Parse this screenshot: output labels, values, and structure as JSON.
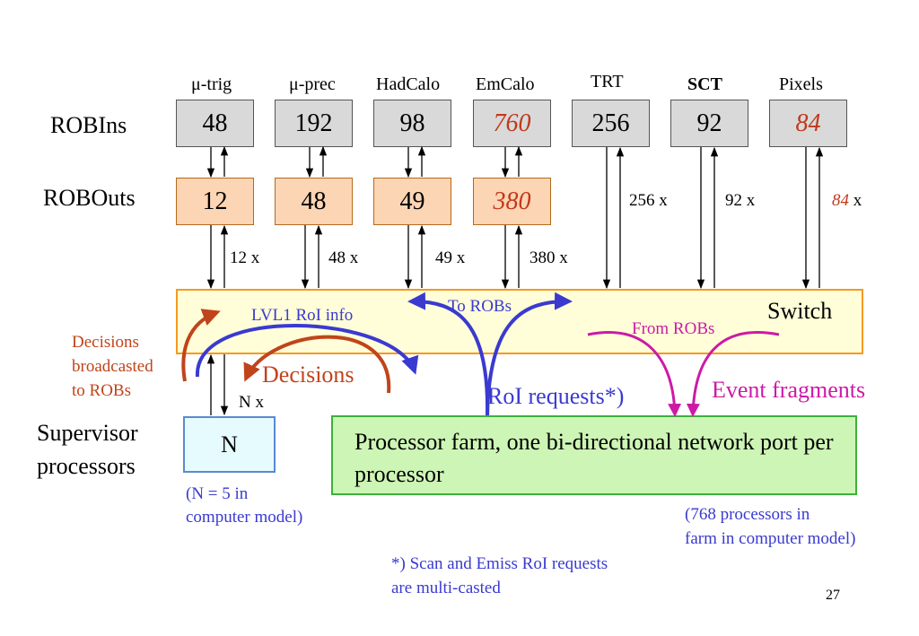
{
  "columns": [
    {
      "header": "μ-trig",
      "robin": "48",
      "robout": "12",
      "link": "12 x"
    },
    {
      "header": "μ-prec",
      "robin": "192",
      "robout": "48",
      "link": "48 x"
    },
    {
      "header": "HadCalo",
      "robin": "98",
      "robout": "49",
      "link": "49 x"
    },
    {
      "header": "EmCalo",
      "robin": "760",
      "robout": "380",
      "link": "380 x"
    },
    {
      "header": "TRT",
      "robin": "256",
      "link": "256 x"
    },
    {
      "header": "SCT",
      "robin": "92",
      "link": "92 x"
    },
    {
      "header": "Pixels",
      "robin": "84",
      "link_num": "84",
      "link_suffix": "x"
    }
  ],
  "labels": {
    "robins": "ROBIns",
    "robouts": "ROBOuts",
    "switch": "Switch",
    "supervisor_line1": "Supervisor",
    "supervisor_line2": "processors",
    "supervisor_count": "N",
    "supervisor_link": "N x",
    "supervisor_note_line1": "(N = 5 in",
    "supervisor_note_line2": "computer model)",
    "farm": "Processor farm, one bi-directional network port per processor",
    "farm_note_line1": "(768 processors in",
    "farm_note_line2": "farm in computer model)",
    "footnote_line1": "*) Scan and Emiss RoI requests",
    "footnote_line2": "are multi-casted",
    "page_number": "27"
  },
  "flows": {
    "lvl1_roi_info": "LVL1 RoI info",
    "to_robs": "To ROBs",
    "from_robs": "From ROBs",
    "decisions": "Decisions",
    "decisions_broadcasted_1": "Decisions",
    "decisions_broadcasted_2": "broadcasted",
    "decisions_broadcasted_3": "to ROBs",
    "roi_requests": "RoI requests*)",
    "event_fragments": "Event fragments"
  },
  "colors": {
    "robin_fill": "#d9d9d9",
    "robout_fill": "#fcd5b4",
    "switch_fill": "#fffed8",
    "switch_border": "#f59a20",
    "farm_fill": "#cdf5b5",
    "farm_border": "#3cb03c",
    "supervisor_fill": "#e6fbfd",
    "blue_flow": "#3a3ad0",
    "orange_flow": "#c0441b",
    "magenta_flow": "#cc1aa6",
    "highlight_red": "#c0391b"
  }
}
